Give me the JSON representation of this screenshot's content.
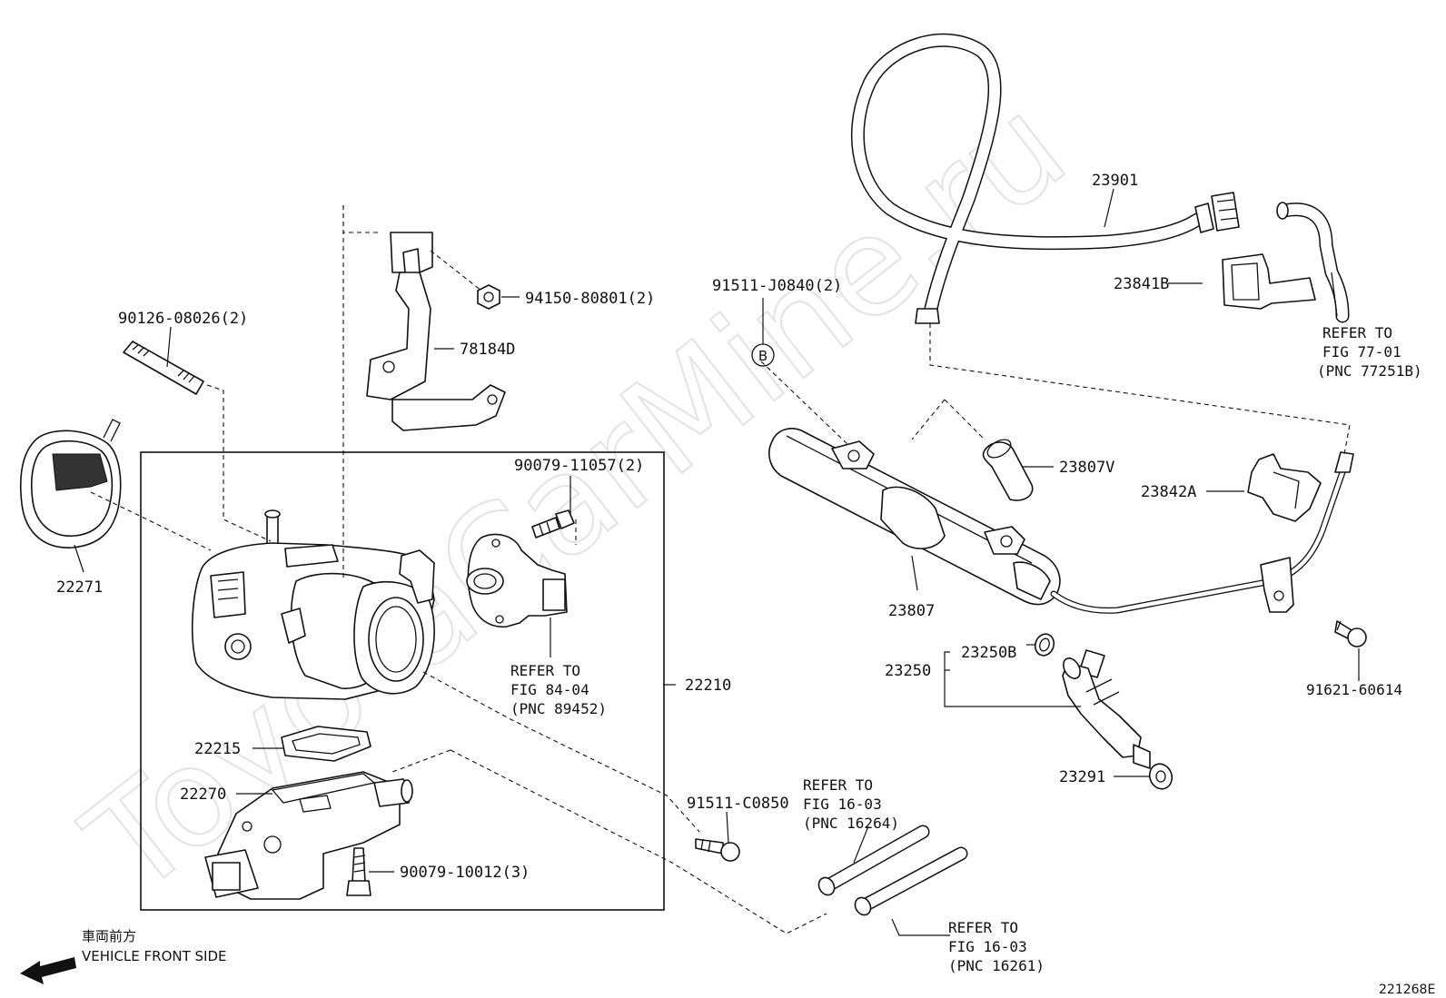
{
  "watermark": "ToyotaCarMine.ru",
  "figure_id": "221268E",
  "parts": {
    "stud_bolt": "90126-08026(2)",
    "gasket_22271": "22271",
    "bracket_78184D": "78184D",
    "nut_94150": "94150-80801(2)",
    "throttle_body": "22210",
    "screw_90079_11057": "90079-11057(2)",
    "gasket_22215": "22215",
    "valve_22270": "22270",
    "screw_90079_10012": "90079-10012(3)",
    "bolt_91511_c0850": "91511-C0850",
    "hose_23901": "23901",
    "clip_23841b": "23841B",
    "bolt_91511_j0840": "91511-J0840(2)",
    "mark_b": "B",
    "damper_23807v": "23807V",
    "clip_23842a": "23842A",
    "rail_23807": "23807",
    "injector_23250": "23250",
    "ring_23250b": "23250B",
    "insulator_23291": "23291",
    "bolt_91621": "91621-60614"
  },
  "references": {
    "sensor": [
      "REFER TO",
      "FIG 84-04",
      "(PNC 89452)"
    ],
    "hose_right": [
      "REFER TO",
      "FIG 77-01",
      "(PNC 77251B)"
    ],
    "hose_upper": [
      "REFER TO",
      "FIG 16-03",
      "(PNC 16264)"
    ],
    "hose_lower": [
      "REFER TO",
      "FIG 16-03",
      "(PNC 16261)"
    ]
  },
  "direction": {
    "japanese": "車両前方",
    "english": "VEHICLE FRONT SIDE"
  }
}
